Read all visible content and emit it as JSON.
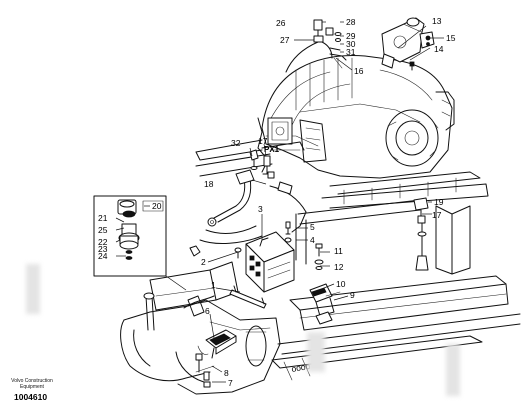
{
  "callouts": [
    "1",
    "2",
    "3",
    "4",
    "5",
    "6",
    "7",
    "8",
    "9",
    "10",
    "11",
    "12",
    "13",
    "14",
    "15",
    "16",
    "17",
    "18",
    "19",
    "20",
    "21",
    "22",
    "23",
    "24",
    "25",
    "26",
    "27",
    "28",
    "29",
    "30",
    "31",
    "32"
  ],
  "detail": {
    "connector_label": "PX1"
  },
  "footer": {
    "brand_line1": "Volvo Construction",
    "brand_line2": "Equipment",
    "document_id": "1004610"
  }
}
